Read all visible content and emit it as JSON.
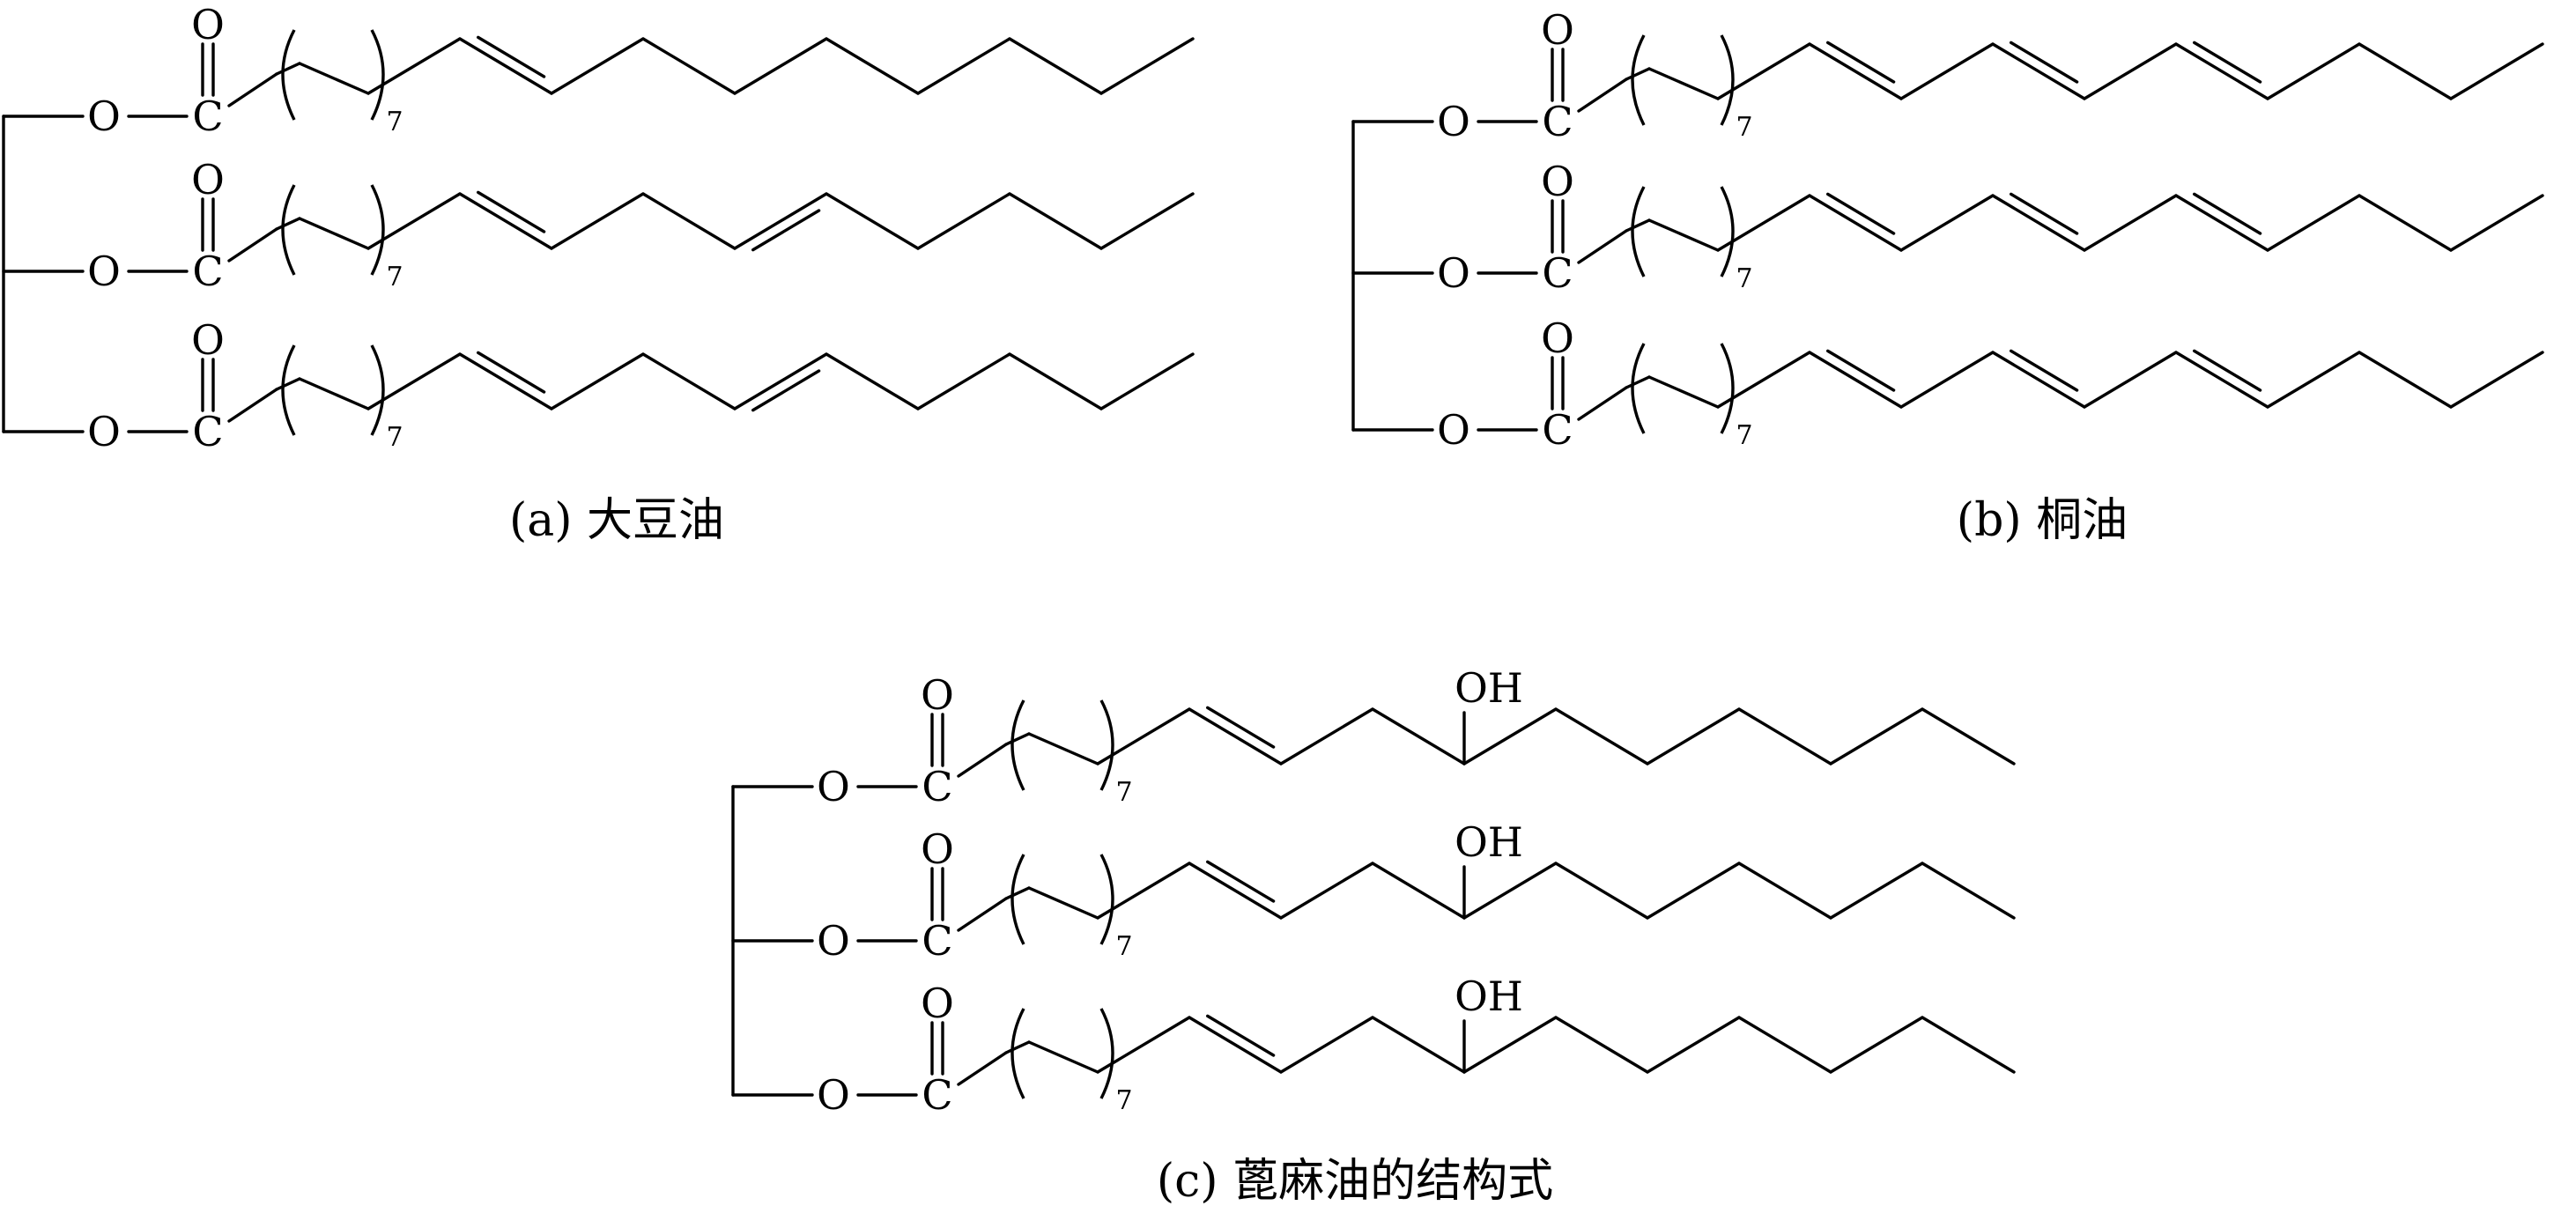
{
  "atoms": {
    "oxygen": "O",
    "carbon": "C",
    "hydroxyl": "OH",
    "repeat_count": "7"
  },
  "figures": [
    {
      "id": "a",
      "caption": "(a) 大豆油",
      "chains": [
        {
          "zigzag_steps": 9,
          "double_bonds": [
            1
          ]
        },
        {
          "zigzag_steps": 9,
          "double_bonds": [
            1,
            4
          ]
        },
        {
          "zigzag_steps": 9,
          "double_bonds": [
            1,
            4
          ]
        }
      ]
    },
    {
      "id": "b",
      "caption": "(b) 桐油",
      "chains": [
        {
          "zigzag_steps": 9,
          "double_bonds": [
            1,
            3,
            5
          ]
        },
        {
          "zigzag_steps": 9,
          "double_bonds": [
            1,
            3,
            5
          ]
        },
        {
          "zigzag_steps": 9,
          "double_bonds": [
            1,
            3,
            5
          ]
        }
      ]
    },
    {
      "id": "c",
      "caption": "(c) 蓖麻油的结构式",
      "chains": [
        {
          "zigzag_steps": 10,
          "double_bonds": [
            1
          ],
          "hydroxyl_vertex": 4
        },
        {
          "zigzag_steps": 10,
          "double_bonds": [
            1
          ],
          "hydroxyl_vertex": 4
        },
        {
          "zigzag_steps": 10,
          "double_bonds": [
            1
          ],
          "hydroxyl_vertex": 4
        }
      ]
    }
  ]
}
